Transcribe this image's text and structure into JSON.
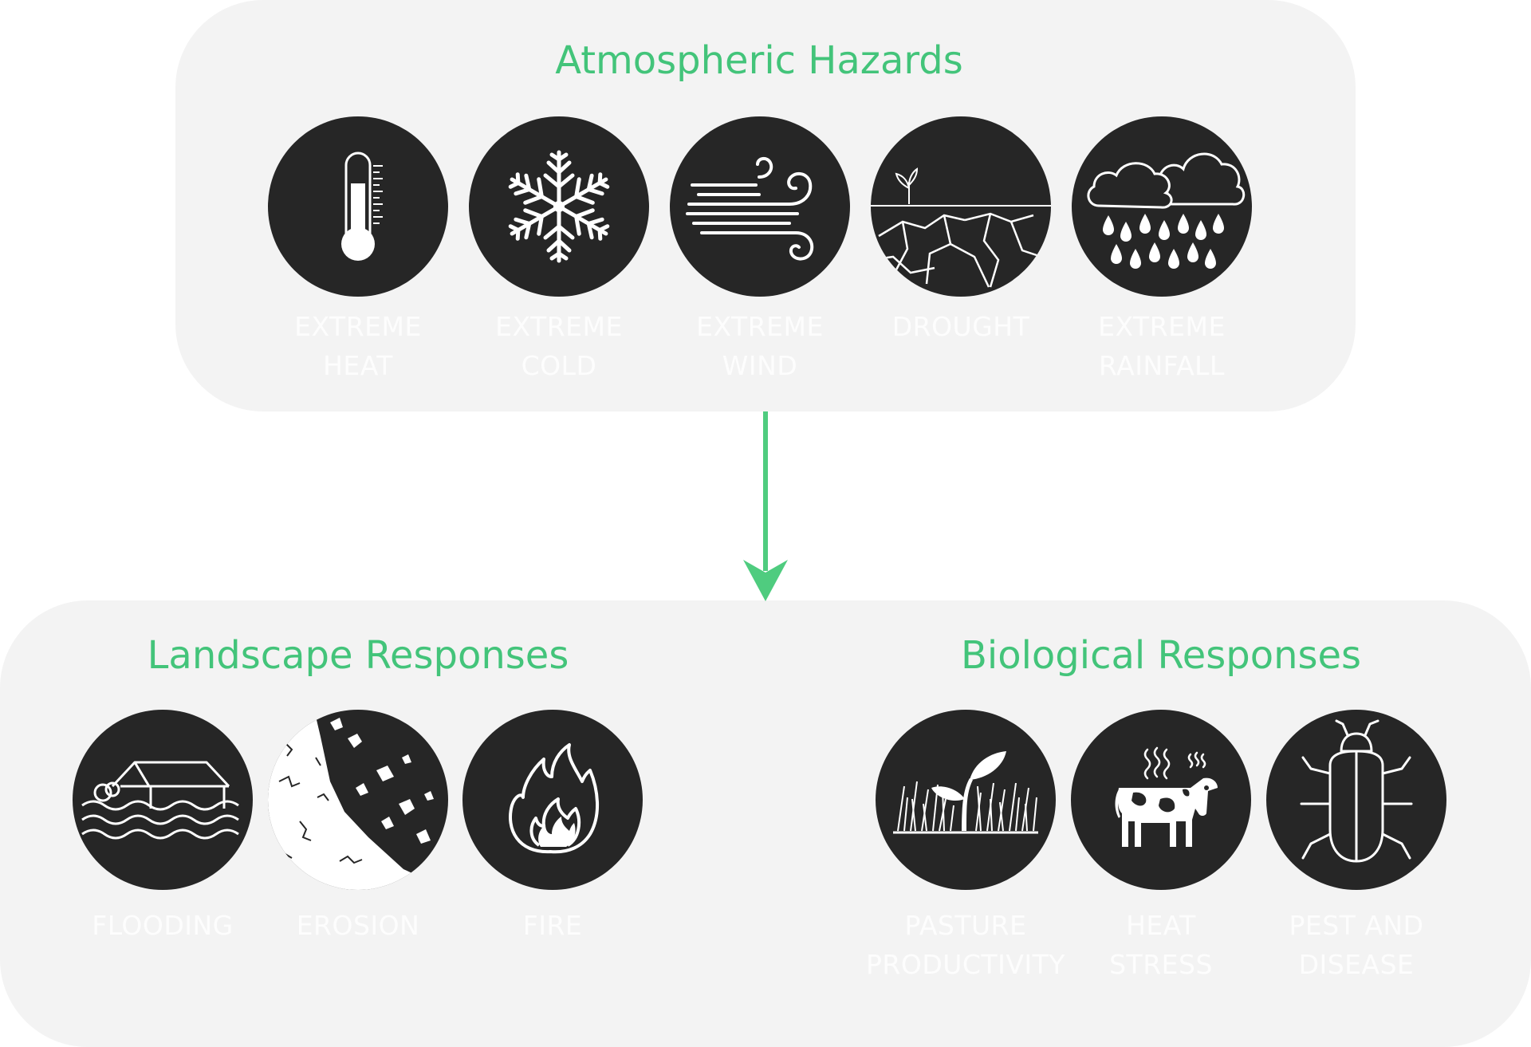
{
  "atmospheric": {
    "title": "Atmospheric Hazards",
    "items": [
      {
        "icon": "thermometer-icon",
        "label": "EXTREME\nHEAT"
      },
      {
        "icon": "snowflake-icon",
        "label": "EXTREME\nCOLD"
      },
      {
        "icon": "wind-icon",
        "label": "EXTREME\nWIND"
      },
      {
        "icon": "cracked-ground-icon",
        "label": "DROUGHT"
      },
      {
        "icon": "rain-cloud-icon",
        "label": "EXTREME\nRAINFALL"
      }
    ]
  },
  "landscape": {
    "title": "Landscape Responses",
    "items": [
      {
        "icon": "flooded-house-icon",
        "label": "FLOODING"
      },
      {
        "icon": "eroding-slope-icon",
        "label": "EROSION"
      },
      {
        "icon": "flame-icon",
        "label": "FIRE"
      }
    ]
  },
  "biological": {
    "title": "Biological Responses",
    "items": [
      {
        "icon": "sprout-grass-icon",
        "label": "PASTURE\nPRODUCTIVITY"
      },
      {
        "icon": "cow-heat-icon",
        "label": "HEAT\nSTRESS"
      },
      {
        "icon": "beetle-icon",
        "label": "PEST AND\nDISEASE"
      }
    ]
  },
  "colors": {
    "accent": "#43c47a",
    "panel": "#f3f3f3",
    "icon_background": "#262626",
    "icon_foreground": "#ffffff",
    "label_text": "#fdfdfd"
  }
}
